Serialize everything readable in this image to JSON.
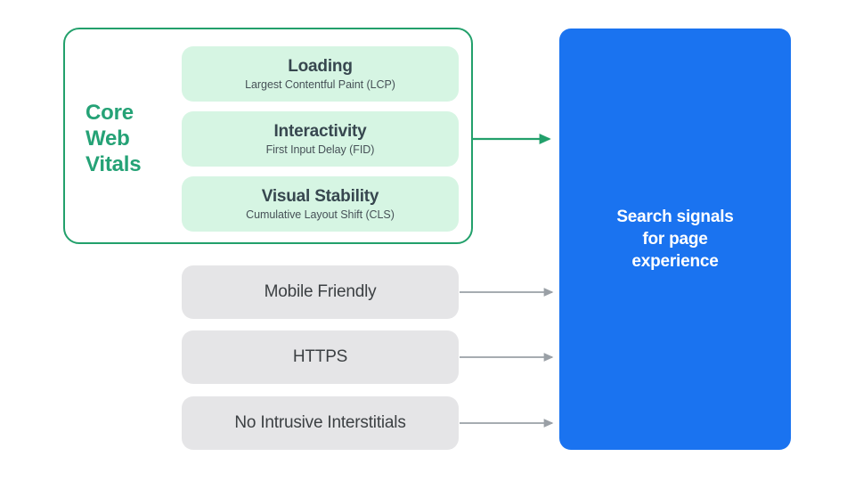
{
  "diagram": {
    "title_group": {
      "label_lines": [
        "Core",
        "Web",
        "Vitals"
      ],
      "border_color": "#22A06B",
      "label_color": "#25A276"
    },
    "vitals": [
      {
        "title": "Loading",
        "subtitle": "Largest Contentful Paint (LCP)",
        "bg_color": "#D6F5E3"
      },
      {
        "title": "Interactivity",
        "subtitle": "First Input Delay (FID)",
        "bg_color": "#D6F5E3"
      },
      {
        "title": "Visual Stability",
        "subtitle": "Cumulative Layout Shift (CLS)",
        "bg_color": "#D6F5E3"
      }
    ],
    "other_signals": [
      {
        "label": "Mobile Friendly",
        "bg_color": "#E5E5E7"
      },
      {
        "label": "HTTPS",
        "bg_color": "#E5E5E7"
      },
      {
        "label": "No Intrusive Interstitials",
        "bg_color": "#E5E5E7"
      }
    ],
    "destination": {
      "lines": [
        "Search signals",
        "for page",
        "experience"
      ],
      "bg_color": "#1A73F0",
      "text_color": "#FFFFFF"
    },
    "arrows": {
      "vitals_arrow_color": "#22A06B",
      "signal_arrow_color": "#9AA0A6",
      "count": 4
    }
  }
}
